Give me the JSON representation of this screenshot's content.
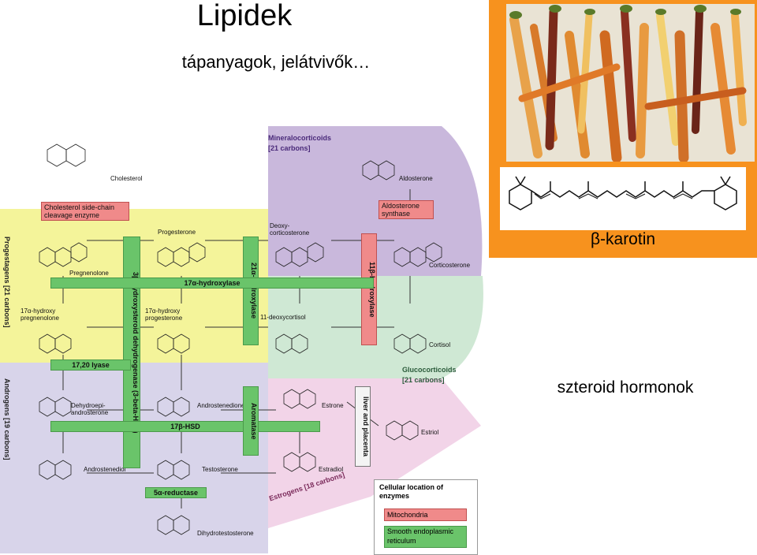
{
  "slide": {
    "title": "Lipidek",
    "subtitle": "tápanyagok, jelátvivők…",
    "side_label": "szteroid hormonok",
    "carotene_label": "β-karotin"
  },
  "diagram": {
    "start_molecule": "Cholesterol",
    "groups": {
      "mineralocorticoids": "Mineralocorticoids",
      "mineralocorticoids_sub": "[21 carbons]",
      "progestagens": "Progestagens [21 carbons]",
      "glucocorticoids": "Glucocorticoids",
      "glucocorticoids_sub": "[21 carbons]",
      "androgens": "Androgens [19 carbons]",
      "estrogens": "Estrogens [18 carbons]"
    },
    "enzymes": {
      "side_chain": "Cholesterol side-chain cleavage enzyme",
      "aldosterone_synthase": "Aldosterone synthase",
      "hsd3b": "3β-hydroxysteroid dehydrogenase (3-beta-HSD)",
      "hydroxylase21": "21α-hydroxylase",
      "hydroxylase11": "11β-hydroxylase",
      "hydroxylase17": "17α-hydroxylase",
      "lyase": "17,20 lyase",
      "hsd17b": "17β-HSD",
      "aromatase": "Aromatase",
      "reductase5a": "5α-reductase",
      "liver": "liver and placenta"
    },
    "molecules": {
      "pregnenolone": "Pregnenolone",
      "progesterone": "Progesterone",
      "deoxycorticosterone": "Deoxy-corticosterone",
      "corticosterone": "Corticosterone",
      "aldosterone": "Aldosterone",
      "hydroxypregnenolone": "17α-hydroxy pregnenolone",
      "hydroxyprogesterone": "17α-hydroxy progesterone",
      "deoxycortisol": "11-deoxycortisol",
      "cortisol": "Cortisol",
      "dhea": "Dehydroepi-androsterone",
      "androstenedione": "Androstenedione",
      "estrone": "Estrone",
      "estriol": "Estriol",
      "androstenediol": "Androstenediol",
      "testosterone": "Testosterone",
      "estradiol": "Estradiol",
      "dht": "Dihydrotestosterone"
    },
    "legend": {
      "title": "Cellular location of enzymes",
      "mitochondria": "Mitochondria",
      "ser": "Smooth endoplasmic reticulum"
    },
    "colors": {
      "progestagen_band": "#f4f49a",
      "mineralocorticoid_band": "#c9b8dc",
      "glucocorticoid_band": "#cfe8d4",
      "androgen_band": "#d8d4ea",
      "estrogen_band": "#f2d4e8",
      "ser_green": "#6ac46a",
      "mito_red": "#f08a8a",
      "panel_orange": "#f7921e"
    }
  }
}
